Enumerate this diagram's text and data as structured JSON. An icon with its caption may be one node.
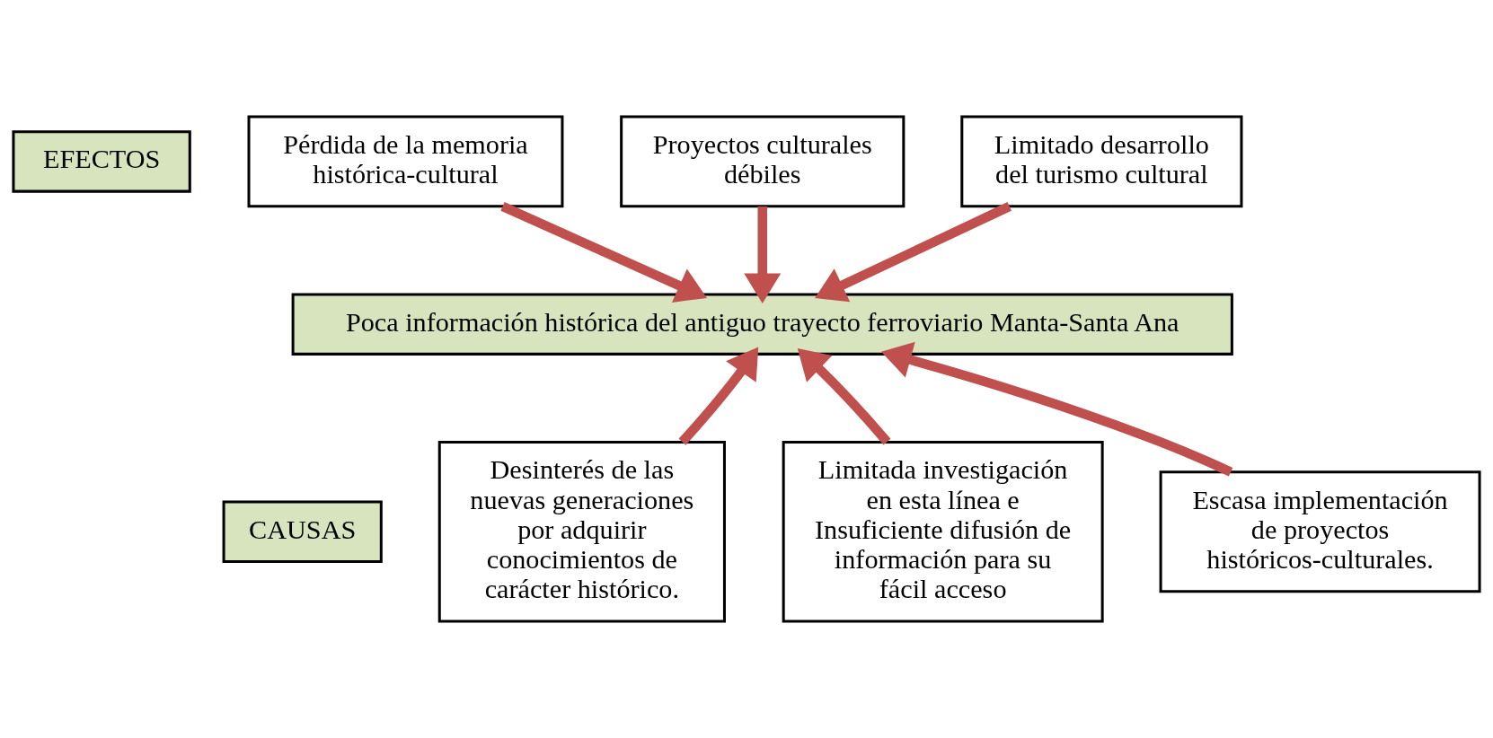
{
  "diagram": {
    "nodes": [
      {
        "text": [
          "EFECTOS"
        ]
      },
      {
        "text": [
          "Pérdida de la memoria histórica-cultural"
        ]
      },
      {
        "text": [
          "Proyectos culturales débiles"
        ]
      },
      {
        "text": [
          "Limitado desarrollo del turismo cultural"
        ]
      },
      {
        "text": [
          "Poca información histórica del antiguo trayecto ferroviario Manta-Santa Ana"
        ]
      },
      {
        "text": [
          "CAUSAS"
        ]
      },
      {
        "text": [
          "Desinterés de las nuevas generaciones por adquirir conocimientos de carácter histórico."
        ]
      },
      {
        "text": [
          "Limitada investigación en esta línea e Insuficiente difusión de información para su fácil acceso"
        ]
      },
      {
        "text": [
          "Escasa implementación de proyectos históricos-culturales."
        ]
      }
    ],
    "edges": [
      {
        "from": 1,
        "to": 4,
        "arrow": "to"
      },
      {
        "from": 2,
        "to": 4,
        "arrow": "to"
      },
      {
        "from": 3,
        "to": 4,
        "arrow": "to"
      },
      {
        "from": 6,
        "to": 4,
        "arrow": "to"
      },
      {
        "from": 7,
        "to": 4,
        "arrow": "to"
      },
      {
        "from": 8,
        "to": 4,
        "arrow": "to"
      }
    ]
  }
}
